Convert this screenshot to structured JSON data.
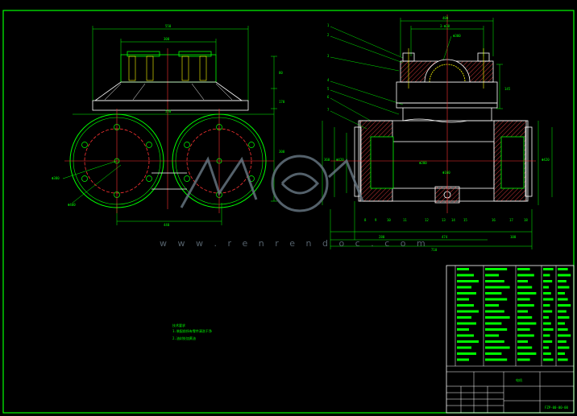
{
  "palette": {
    "background": "#000000",
    "frame": "#00ff00",
    "outline": "#ffffff",
    "centerline": "#ff3333",
    "hatch": "#ff4444",
    "hidden": "#ffff00",
    "watermark": "#6a7a86"
  },
  "watermark": {
    "url": "w w w . r e n r e n d o c . c o m",
    "logo_icon": "renrendoc-logo-icon"
  },
  "left_view": {
    "dims": {
      "overall_width": "550",
      "top_width": "300",
      "base_height": "80",
      "cover_height": "170",
      "mid_width": "550",
      "flange_height": "300",
      "center_distance": "440",
      "bolt_circle": "Φ380",
      "outer_diameter": "Φ480"
    }
  },
  "right_view": {
    "dims": {
      "top_outer": "400",
      "top_inner": "3-Φ30",
      "bore": "Φ300",
      "upper_height": "145",
      "housing_height": "360",
      "flange_dia": "Φ420",
      "shaft_dia": "Φ200",
      "inner_bore": "Φ160",
      "flange_right": "Φ420",
      "length_1": "280",
      "length_2": "474",
      "length_3": "100",
      "overall_length": "710"
    },
    "part_balloons": [
      "1",
      "2",
      "3",
      "4",
      "5",
      "6",
      "7",
      "8",
      "9",
      "10",
      "11",
      "12",
      "13",
      "14",
      "15",
      "16",
      "17",
      "18"
    ]
  },
  "notes": {
    "title": "技术要求",
    "lines": [
      "1.装配前所有零件清洗干净",
      "2.油封处加黄油"
    ]
  },
  "title_block": {
    "drawing_name": "电机",
    "drawing_code": "FZP-00-00-00"
  }
}
